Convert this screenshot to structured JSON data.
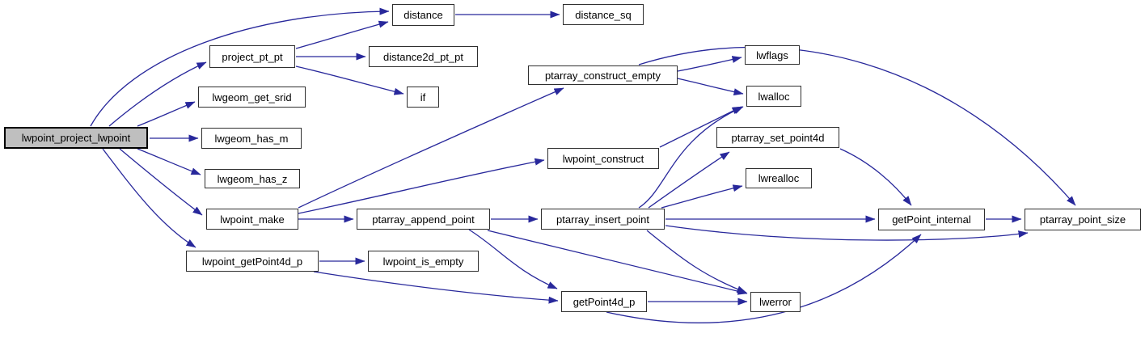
{
  "graph": {
    "type": "call-graph",
    "root": "lwpoint_project_lwpoint",
    "colors": {
      "edge": "#28289B",
      "node_border": "#2f2f2f",
      "node_fill": "#ffffff",
      "root_fill": "#bfbfbf",
      "text": "#000000"
    },
    "nodes": [
      {
        "id": "lwpoint_project_lwpoint",
        "label": "lwpoint_project_lwpoint"
      },
      {
        "id": "project_pt_pt",
        "label": "project_pt_pt"
      },
      {
        "id": "distance",
        "label": "distance"
      },
      {
        "id": "distance_sq",
        "label": "distance_sq"
      },
      {
        "id": "distance2d_pt_pt",
        "label": "distance2d_pt_pt"
      },
      {
        "id": "if",
        "label": "if"
      },
      {
        "id": "lwgeom_get_srid",
        "label": "lwgeom_get_srid"
      },
      {
        "id": "lwgeom_has_m",
        "label": "lwgeom_has_m"
      },
      {
        "id": "lwgeom_has_z",
        "label": "lwgeom_has_z"
      },
      {
        "id": "lwpoint_make",
        "label": "lwpoint_make"
      },
      {
        "id": "lwpoint_getPoint4d_p",
        "label": "lwpoint_getPoint4d_p"
      },
      {
        "id": "ptarray_construct_empty",
        "label": "ptarray_construct_empty"
      },
      {
        "id": "lwflags",
        "label": "lwflags"
      },
      {
        "id": "lwalloc",
        "label": "lwalloc"
      },
      {
        "id": "lwpoint_construct",
        "label": "lwpoint_construct"
      },
      {
        "id": "ptarray_set_point4d",
        "label": "ptarray_set_point4d"
      },
      {
        "id": "lwrealloc",
        "label": "lwrealloc"
      },
      {
        "id": "ptarray_append_point",
        "label": "ptarray_append_point"
      },
      {
        "id": "ptarray_insert_point",
        "label": "ptarray_insert_point"
      },
      {
        "id": "getPoint_internal",
        "label": "getPoint_internal"
      },
      {
        "id": "ptarray_point_size",
        "label": "ptarray_point_size"
      },
      {
        "id": "lwpoint_is_empty",
        "label": "lwpoint_is_empty"
      },
      {
        "id": "getPoint4d_p",
        "label": "getPoint4d_p"
      },
      {
        "id": "lwerror",
        "label": "lwerror"
      }
    ],
    "edges": [
      {
        "from": "lwpoint_project_lwpoint",
        "to": "distance"
      },
      {
        "from": "lwpoint_project_lwpoint",
        "to": "project_pt_pt"
      },
      {
        "from": "lwpoint_project_lwpoint",
        "to": "lwgeom_get_srid"
      },
      {
        "from": "lwpoint_project_lwpoint",
        "to": "lwgeom_has_m"
      },
      {
        "from": "lwpoint_project_lwpoint",
        "to": "lwgeom_has_z"
      },
      {
        "from": "lwpoint_project_lwpoint",
        "to": "lwpoint_make"
      },
      {
        "from": "lwpoint_project_lwpoint",
        "to": "lwpoint_getPoint4d_p"
      },
      {
        "from": "project_pt_pt",
        "to": "distance"
      },
      {
        "from": "project_pt_pt",
        "to": "distance2d_pt_pt"
      },
      {
        "from": "project_pt_pt",
        "to": "if"
      },
      {
        "from": "distance",
        "to": "distance_sq"
      },
      {
        "from": "lwpoint_make",
        "to": "ptarray_construct_empty"
      },
      {
        "from": "lwpoint_make",
        "to": "lwpoint_construct"
      },
      {
        "from": "lwpoint_make",
        "to": "ptarray_append_point"
      },
      {
        "from": "ptarray_construct_empty",
        "to": "lwflags"
      },
      {
        "from": "ptarray_construct_empty",
        "to": "lwalloc"
      },
      {
        "from": "ptarray_construct_empty",
        "to": "ptarray_point_size"
      },
      {
        "from": "lwpoint_construct",
        "to": "lwalloc"
      },
      {
        "from": "ptarray_append_point",
        "to": "ptarray_insert_point"
      },
      {
        "from": "ptarray_append_point",
        "to": "getPoint4d_p"
      },
      {
        "from": "ptarray_append_point",
        "to": "lwerror"
      },
      {
        "from": "ptarray_insert_point",
        "to": "lwalloc"
      },
      {
        "from": "ptarray_insert_point",
        "to": "ptarray_set_point4d"
      },
      {
        "from": "ptarray_insert_point",
        "to": "lwrealloc"
      },
      {
        "from": "ptarray_insert_point",
        "to": "getPoint_internal"
      },
      {
        "from": "ptarray_insert_point",
        "to": "lwerror"
      },
      {
        "from": "ptarray_insert_point",
        "to": "ptarray_point_size"
      },
      {
        "from": "ptarray_set_point4d",
        "to": "getPoint_internal"
      },
      {
        "from": "getPoint_internal",
        "to": "ptarray_point_size"
      },
      {
        "from": "lwpoint_getPoint4d_p",
        "to": "lwpoint_is_empty"
      },
      {
        "from": "lwpoint_getPoint4d_p",
        "to": "getPoint4d_p"
      },
      {
        "from": "getPoint4d_p",
        "to": "lwerror"
      },
      {
        "from": "getPoint4d_p",
        "to": "getPoint_internal"
      }
    ]
  }
}
